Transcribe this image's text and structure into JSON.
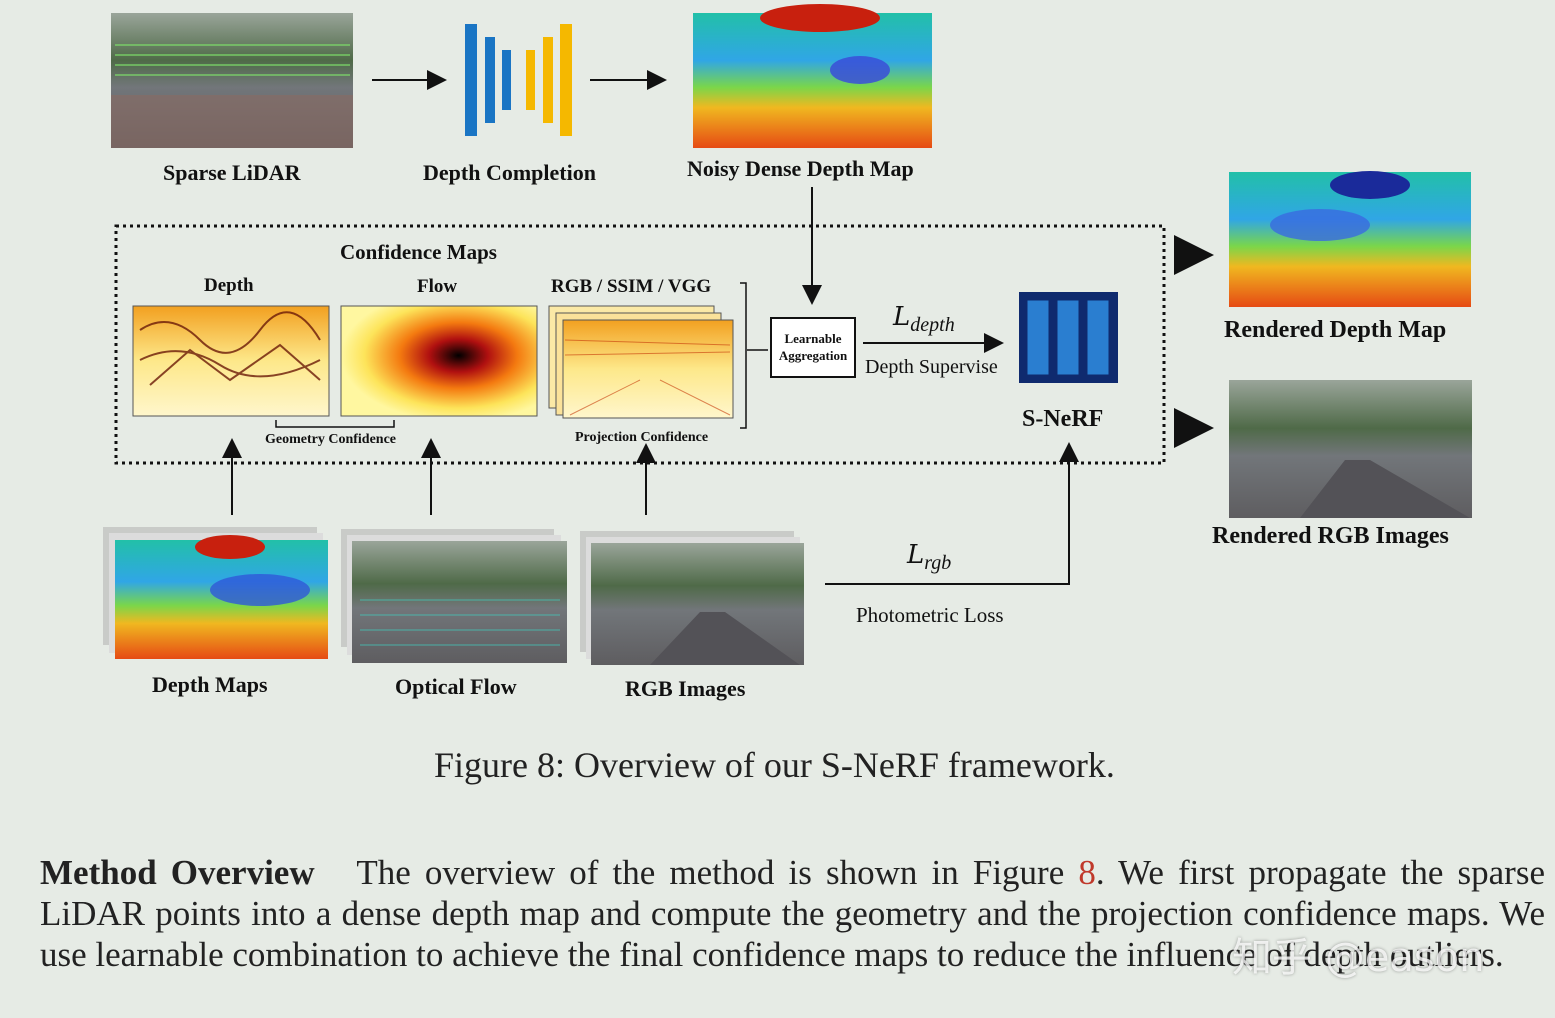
{
  "figure": {
    "top_labels": {
      "sparse_lidar": "Sparse LiDAR",
      "depth_completion": "Depth Completion",
      "noisy_dense_depth": "Noisy Dense Depth Map"
    },
    "confidence": {
      "title": "Confidence Maps",
      "depth": "Depth",
      "flow": "Flow",
      "rgb_ssim_vgg": "RGB / SSIM / VGG",
      "geometry_confidence": "Geometry Confidence",
      "projection_confidence": "Projection Confidence"
    },
    "aggregation": {
      "line1": "Learnable",
      "line2": "Aggregation"
    },
    "loss_depth": {
      "symbol": "L",
      "sub": "depth",
      "label": "Depth Supervise"
    },
    "snerf": "S-NeRF",
    "outputs": {
      "rendered_depth": "Rendered Depth Map",
      "rendered_rgb": "Rendered RGB Images"
    },
    "inputs": {
      "depth_maps": "Depth Maps",
      "optical_flow": "Optical Flow",
      "rgb_images": "RGB Images"
    },
    "loss_rgb": {
      "symbol": "L",
      "sub": "rgb",
      "label": "Photometric Loss"
    }
  },
  "caption": "Figure 8: Overview of our S-NeRF framework.",
  "paragraph": {
    "heading": "Method Overview",
    "text_1": "The overview of the method is shown in Figure ",
    "ref": "8",
    "text_2": ". We first propagate the sparse LiDAR points into a dense depth map and compute the geometry and the projection confidence maps. We use learnable combination to achieve the final confidence maps to reduce the influence of depth outliers."
  },
  "watermark": "知乎 @eason",
  "colors": {
    "background": "#e6ebe5",
    "bar_blue": "#1a75c4",
    "bar_yellow": "#f5b800",
    "snerf_blue": "#2a7ed0",
    "ref_red": "#c0392b"
  }
}
